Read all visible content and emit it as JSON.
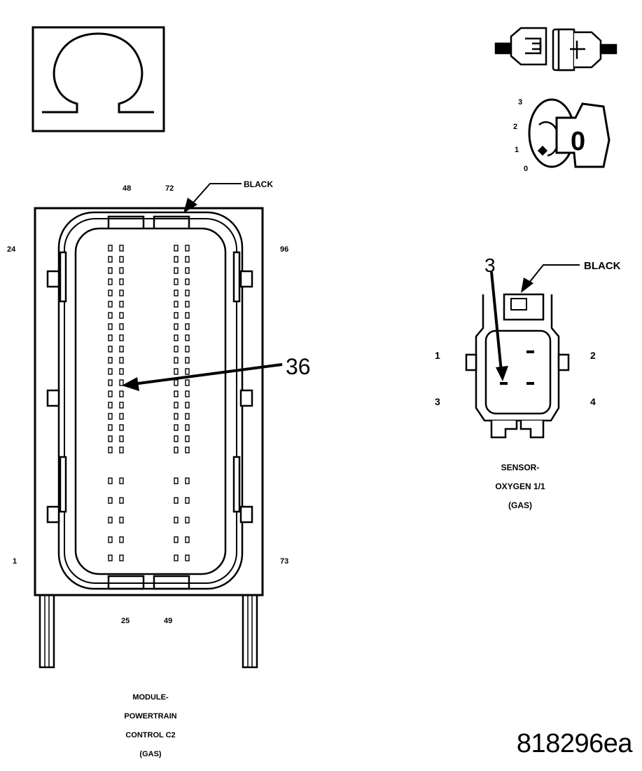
{
  "ohm_symbol": {
    "glyph": "Ω",
    "meaning": "ohmmeter-icon"
  },
  "ignition_key": {
    "positions": [
      "3",
      "2",
      "1",
      "0"
    ],
    "key_label": "0"
  },
  "pcm_connector": {
    "color_callout": "BLACK",
    "pin_labels": {
      "top_left": "48",
      "top_right": "72",
      "upper_left": "24",
      "upper_right": "96",
      "lower_left": "1",
      "lower_right": "73",
      "bottom_left": "25",
      "bottom_right": "49"
    },
    "highlighted_pin": "36",
    "caption": [
      "MODULE-",
      "POWERTRAIN",
      "CONTROL C2",
      "(GAS)"
    ]
  },
  "o2_connector": {
    "color_callout": "BLACK",
    "highlighted_pin": "3",
    "pin_labels": {
      "p1": "1",
      "p2": "2",
      "p3": "3",
      "p4": "4"
    },
    "caption": [
      "SENSOR-",
      "OXYGEN 1/1",
      "(GAS)"
    ]
  },
  "figure_id": "818296ea"
}
